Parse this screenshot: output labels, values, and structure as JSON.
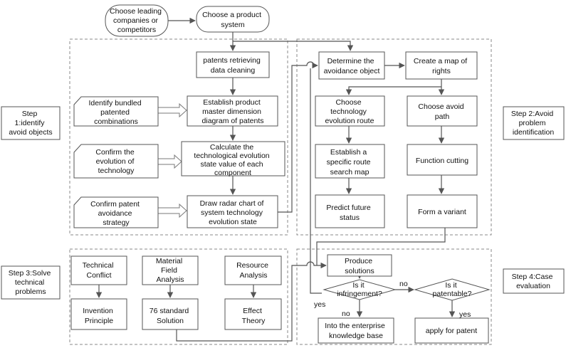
{
  "steps": {
    "step1": [
      "Step",
      "1:identify",
      "avoid objects"
    ],
    "step2": [
      "Step 2:Avoid",
      "problem",
      "identification"
    ],
    "step3": [
      "Step 3:Solve",
      "technical",
      "problems"
    ],
    "step4": [
      "Step 4:Case",
      "evaluation"
    ]
  },
  "nodes": {
    "leading": [
      "Choose leading",
      "companies or",
      "competitors"
    ],
    "product": [
      "Choose a product",
      "system"
    ],
    "patents": [
      "patents retrieving",
      "data cleaning"
    ],
    "bundled": [
      "Identify bundled",
      "patented",
      "combinations"
    ],
    "master": [
      "Establish product",
      "master dimension",
      "diagram of patents"
    ],
    "evolution": [
      "Confirm the",
      "evolution of",
      "technology"
    ],
    "calculate": [
      "Calculate the",
      "technological evolution",
      "state value of each",
      "component"
    ],
    "strategy": [
      "Confirm patent",
      "avoidance",
      "strategy"
    ],
    "radar": [
      "Draw radar chart of",
      "system technology",
      "evolution state"
    ],
    "determine": [
      "Determine the",
      "avoidance  object"
    ],
    "map": [
      "Create a map of",
      "rights"
    ],
    "route": [
      "Choose",
      "technology",
      "evolution route"
    ],
    "path": [
      "Choose avoid",
      "path"
    ],
    "search": [
      "Establish a",
      "specific route",
      "search map"
    ],
    "cutting": [
      "Function cutting"
    ],
    "predict": [
      "Predict future",
      "status"
    ],
    "variant": [
      "Form a variant"
    ],
    "conflict": [
      "Technical",
      "Conflict"
    ],
    "field": [
      "Material",
      "Field",
      "Analysis"
    ],
    "resource": [
      "Resource",
      "Analysis"
    ],
    "invention": [
      "Invention",
      "Principle"
    ],
    "standard": [
      "76 standard",
      "Solution"
    ],
    "effect": [
      "Effect",
      "Theory"
    ],
    "solutions": [
      "Produce",
      "solutions"
    ],
    "infringement": [
      "Is it",
      "infringement?"
    ],
    "patentable": [
      "Is it",
      "patentable?"
    ],
    "knowledge": [
      "Into the enterprise",
      "knowledge base"
    ],
    "apply": [
      "apply for patent"
    ]
  },
  "edge_labels": {
    "no_right": "no",
    "no_down": "no",
    "yes_left": "yes",
    "yes_down": "yes"
  },
  "colors": {
    "box_border": "#555555",
    "frame_border": "#8a8a8a",
    "background": "#ffffff"
  }
}
